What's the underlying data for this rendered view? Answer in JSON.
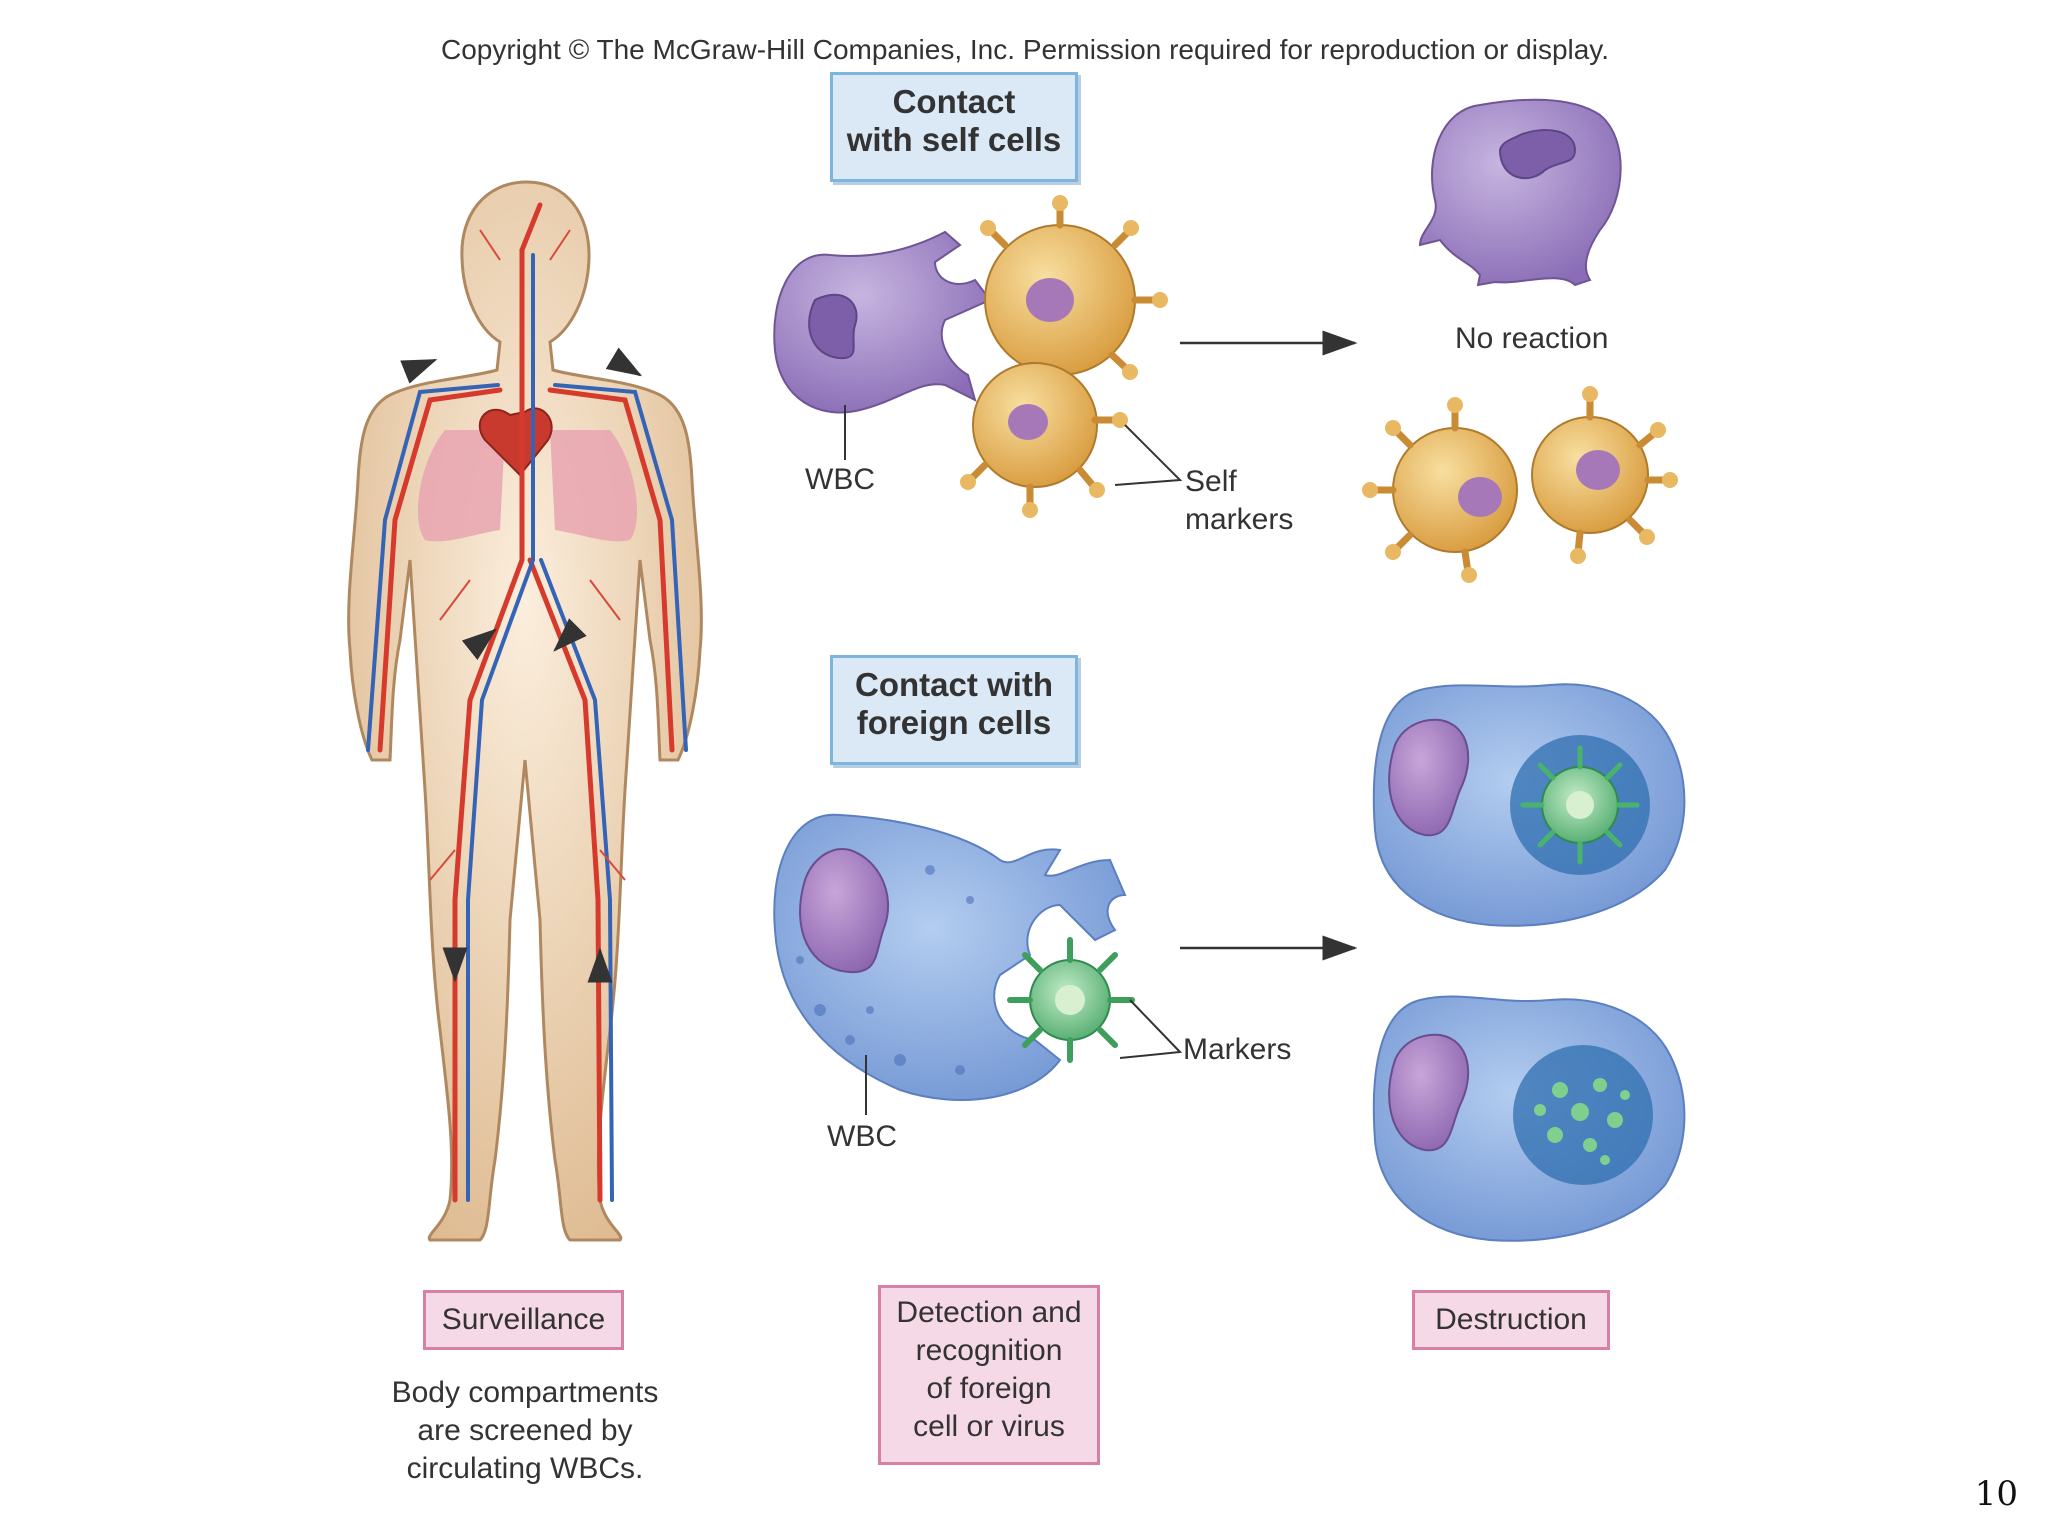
{
  "copyright": "Copyright © The McGraw-Hill Companies, Inc. Permission required for reproduction or display.",
  "self_panel": {
    "title_line1": "Contact",
    "title_line2": "with self cells",
    "wbc_label": "WBC",
    "markers_line1": "Self",
    "markers_line2": "markers",
    "result": "No reaction"
  },
  "foreign_panel": {
    "title_line1": "Contact with",
    "title_line2": "foreign cells",
    "wbc_label": "WBC",
    "markers_label": "Markers"
  },
  "steps": {
    "surveillance": "Surveillance",
    "surveillance_desc_1": "Body compartments",
    "surveillance_desc_2": "are screened by",
    "surveillance_desc_3": "circulating WBCs.",
    "detection_1": "Detection and",
    "detection_2": "recognition",
    "detection_3": "of foreign",
    "detection_4": "cell or virus",
    "destruction": "Destruction"
  },
  "page_number": "10",
  "colors": {
    "wbc_purple": "#9f86c4",
    "self_cell": "#e9b862",
    "phagocyte_blue": "#8fb0e0",
    "foreign_cell": "#6cbf86",
    "artery": "#d63a2c",
    "vein": "#3563b6",
    "skin": "#f0d8b8"
  }
}
